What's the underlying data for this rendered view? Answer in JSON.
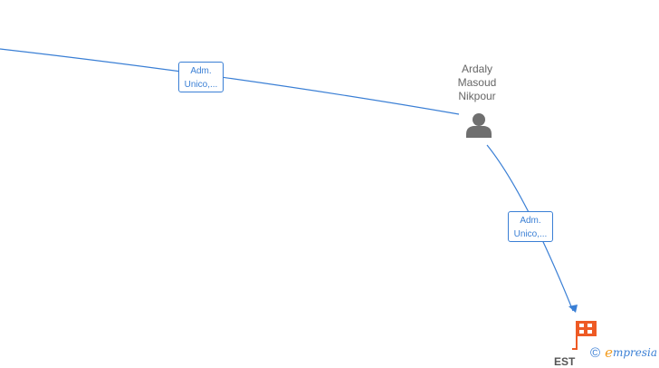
{
  "nodes": {
    "person": {
      "name_lines": [
        "Ardaly",
        "Masoud",
        "Nikpour"
      ],
      "icon": "person-icon",
      "color": "#6f6f6f"
    },
    "company": {
      "name_partial": "EST",
      "icon": "building-icon",
      "color": "#ee5a24"
    }
  },
  "edges": [
    {
      "label_lines": [
        "Adm.",
        "Unico,..."
      ],
      "color": "#3a7fd5"
    },
    {
      "label_lines": [
        "Adm.",
        "Unico,..."
      ],
      "color": "#3a7fd5"
    }
  ],
  "watermark": {
    "copyright_symbol": "©",
    "brand_first_letter": "e",
    "brand_rest": "mpresia"
  }
}
